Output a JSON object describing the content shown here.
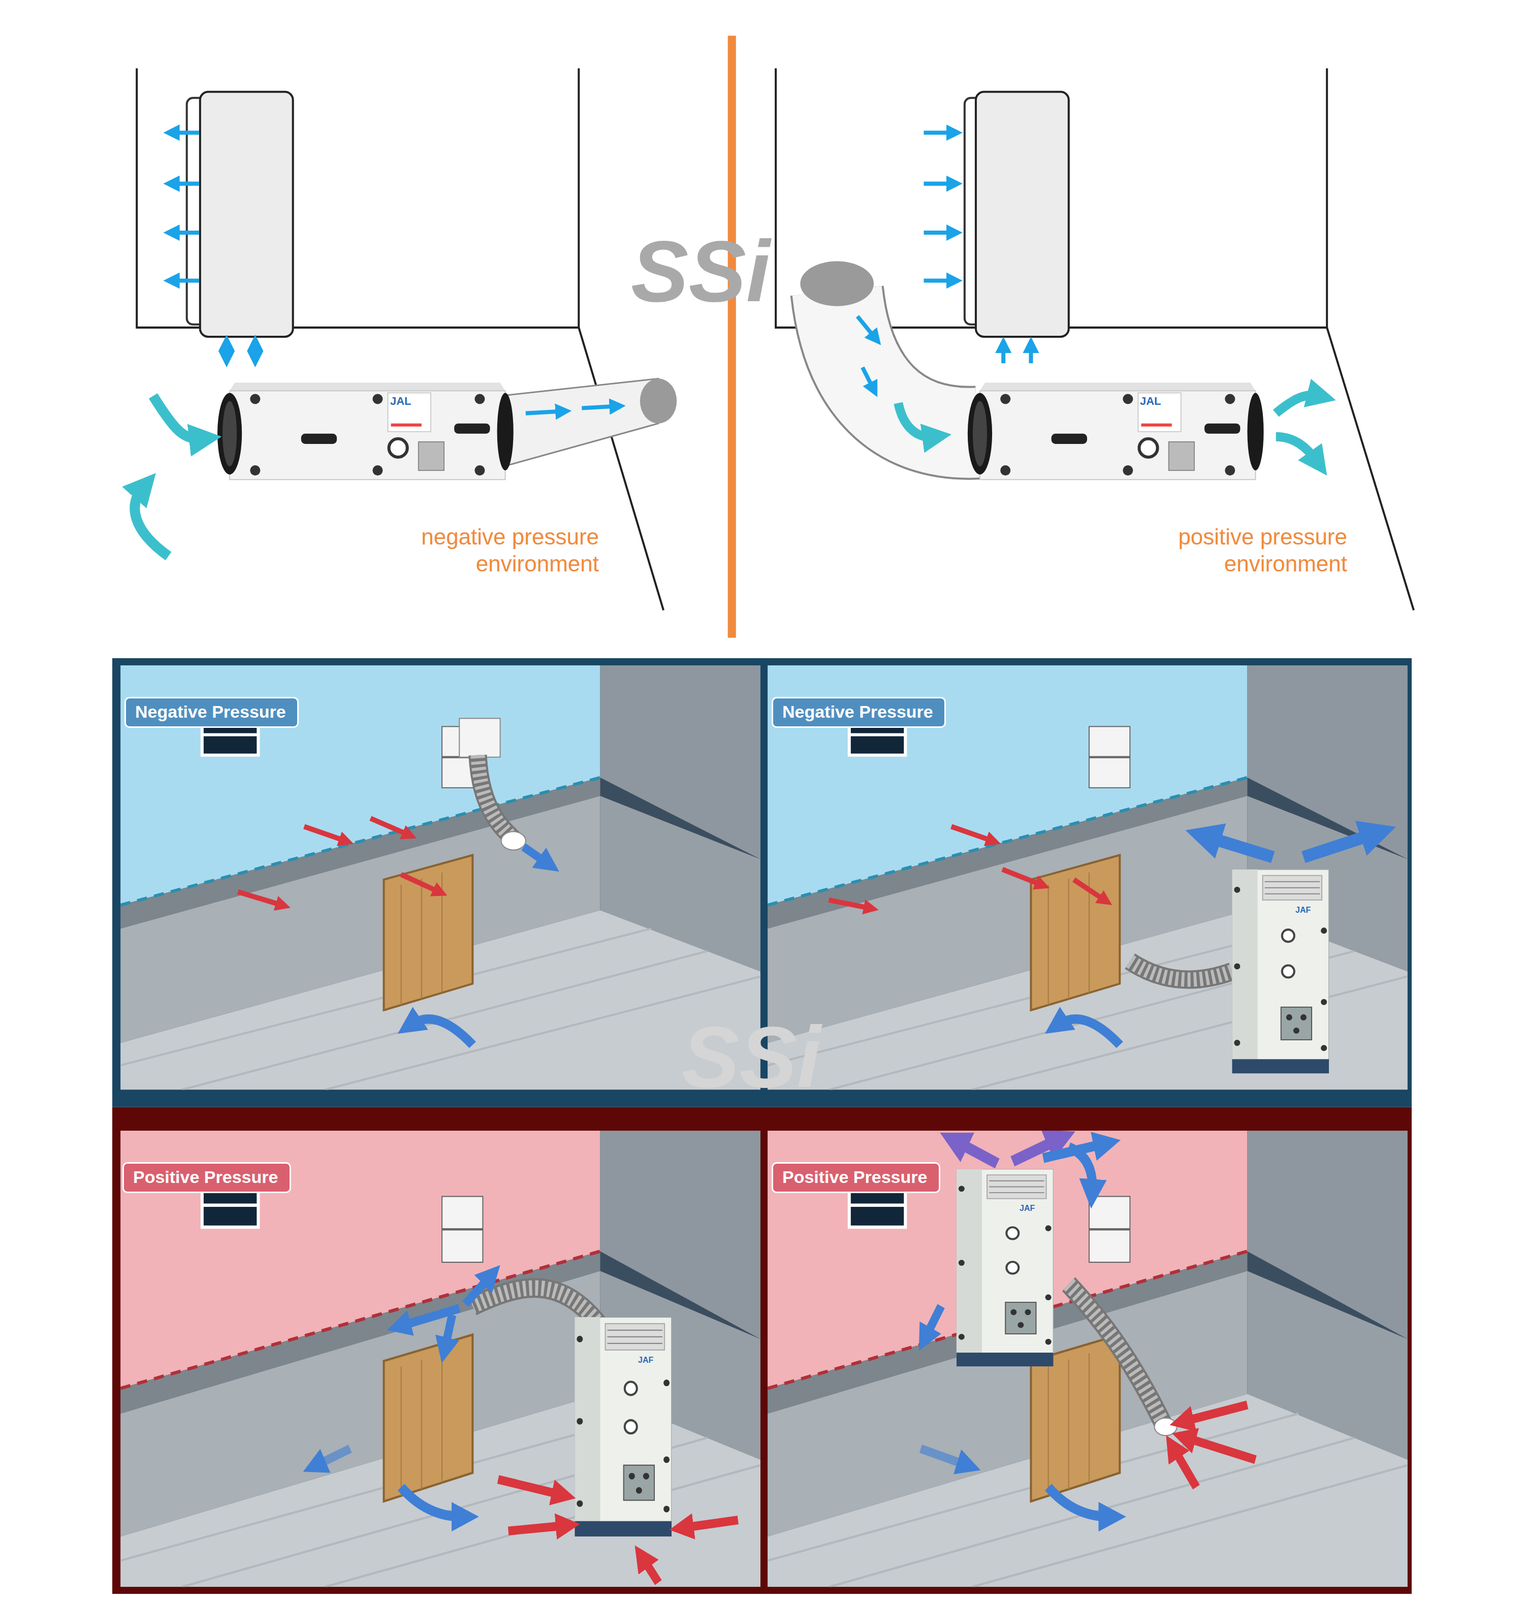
{
  "diagram": {
    "nodes": [
      {
        "text": [
          "Negative Pressure"
        ]
      },
      {
        "text": [
          "Negative Pressure"
        ]
      },
      {
        "text": [
          "Positive Pressure"
        ]
      },
      {
        "text": [
          "Positive Pressure"
        ]
      }
    ],
    "labels": [
      "negative pressure environment",
      "positive pressure environment",
      "JAL",
      "JAL",
      "JAF",
      "JAF",
      "JAF",
      "SSi",
      "SSi"
    ]
  }
}
